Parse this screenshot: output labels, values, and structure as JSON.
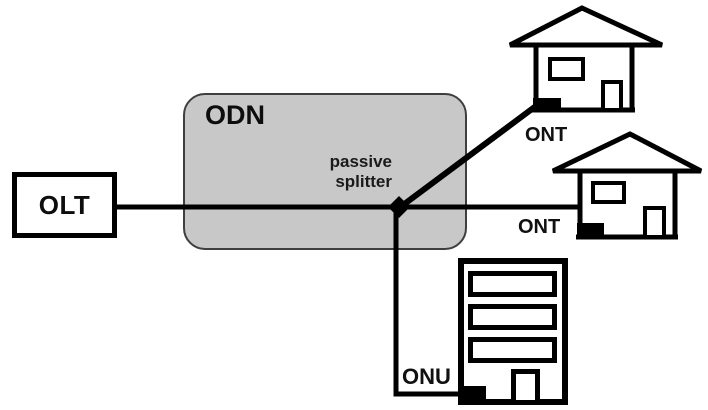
{
  "diagram": {
    "nodes": {
      "olt": {
        "label": "OLT"
      },
      "odn": {
        "label": "ODN"
      },
      "splitter": {
        "label_line1": "passive",
        "label_line2": "splitter"
      },
      "ont_top": {
        "label": "ONT"
      },
      "ont_right": {
        "label": "ONT"
      },
      "onu": {
        "label": "ONU"
      }
    },
    "colors": {
      "odn_fill": "#c8c8c8",
      "odn_border": "#3f3f3f",
      "line": "#000000",
      "label_text": "#111111",
      "background": "#ffffff"
    }
  }
}
